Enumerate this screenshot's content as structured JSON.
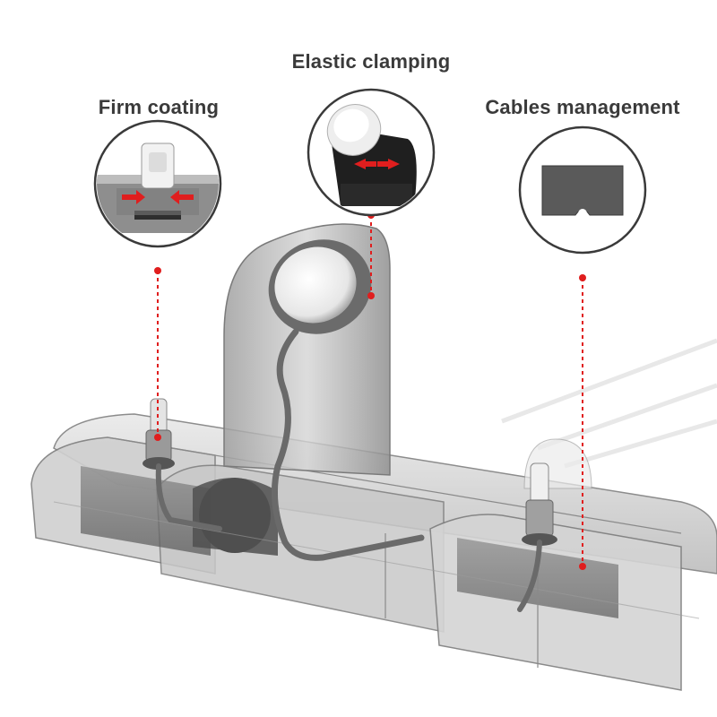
{
  "callouts": {
    "firm_coating": {
      "label": "Firm coating",
      "icon": "cable-clamp-closeup-icon"
    },
    "elastic_clamping": {
      "label": "Elastic clamping",
      "icon": "watch-charger-closeup-icon"
    },
    "cables_management": {
      "label": "Cables management",
      "icon": "cable-slot-closeup-icon"
    }
  },
  "colors": {
    "label_text": "#3a3a3a",
    "callout_ring": "#3a3a3a",
    "marker_red": "#e01e1e",
    "holder_body": "#9a9a9a",
    "holder_dark": "#4a4a4a"
  }
}
